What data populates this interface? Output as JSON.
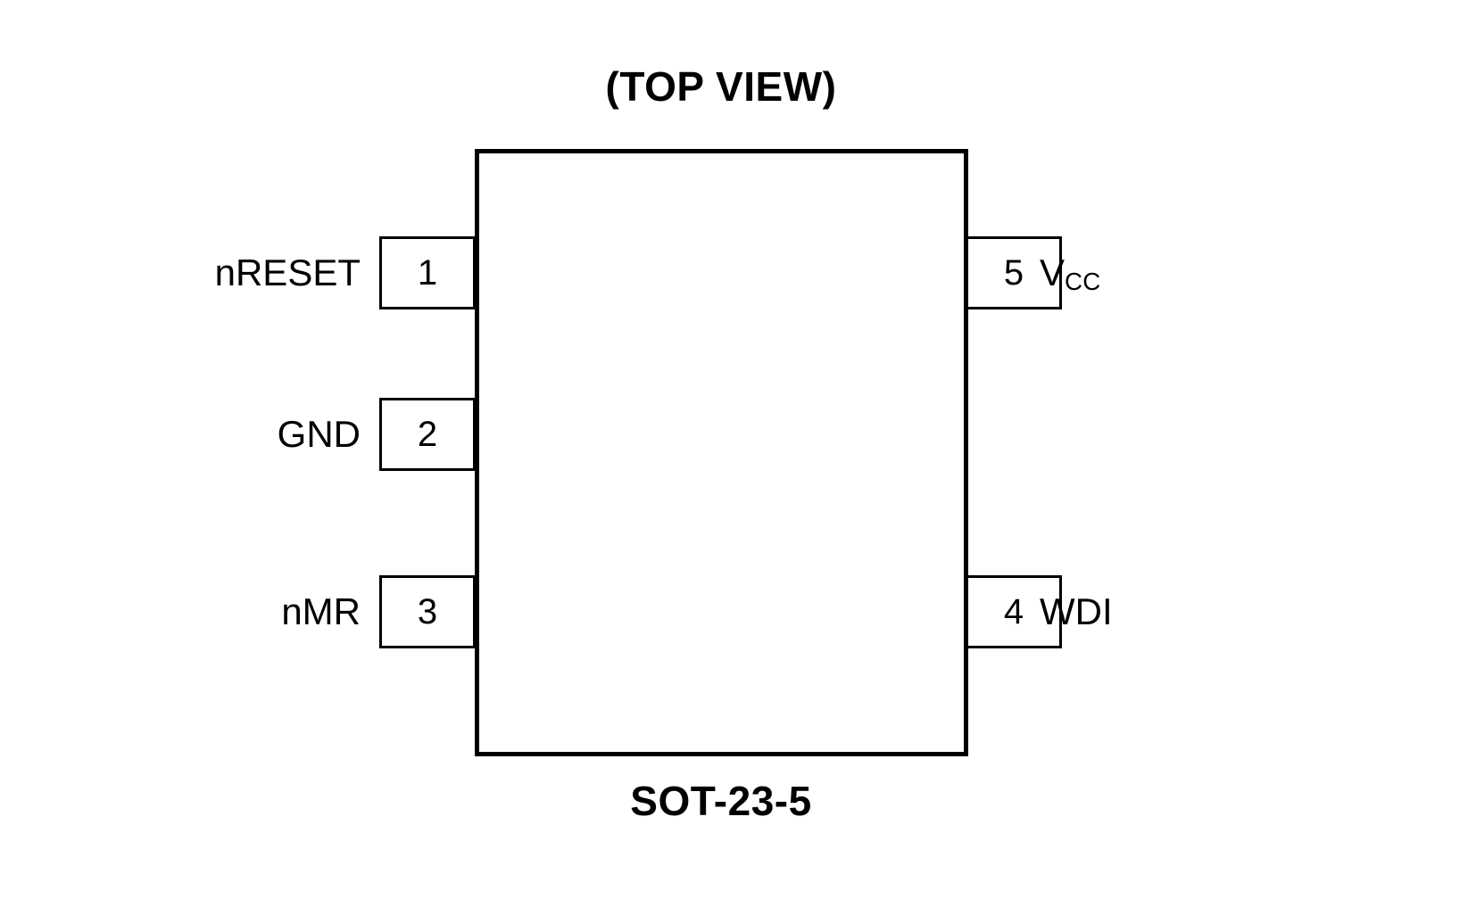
{
  "diagram": {
    "title": "(TOP VIEW)",
    "caption": "SOT-23-5",
    "package": "SOT-23-5",
    "colors": {
      "outline": "#000000",
      "background": "#ffffff",
      "text": "#000000"
    },
    "pins": [
      {
        "number": "1",
        "name": "nRESET",
        "name_base": "nRESET",
        "name_sub": "",
        "side": "left",
        "row": 1
      },
      {
        "number": "2",
        "name": "GND",
        "name_base": "GND",
        "name_sub": "",
        "side": "left",
        "row": 2
      },
      {
        "number": "3",
        "name": "nMR",
        "name_base": "nMR",
        "name_sub": "",
        "side": "left",
        "row": 3
      },
      {
        "number": "4",
        "name": "WDI",
        "name_base": "WDI",
        "name_sub": "",
        "side": "right",
        "row": 3
      },
      {
        "number": "5",
        "name": "VCC",
        "name_base": "V",
        "name_sub": "CC",
        "side": "right",
        "row": 1
      }
    ]
  }
}
